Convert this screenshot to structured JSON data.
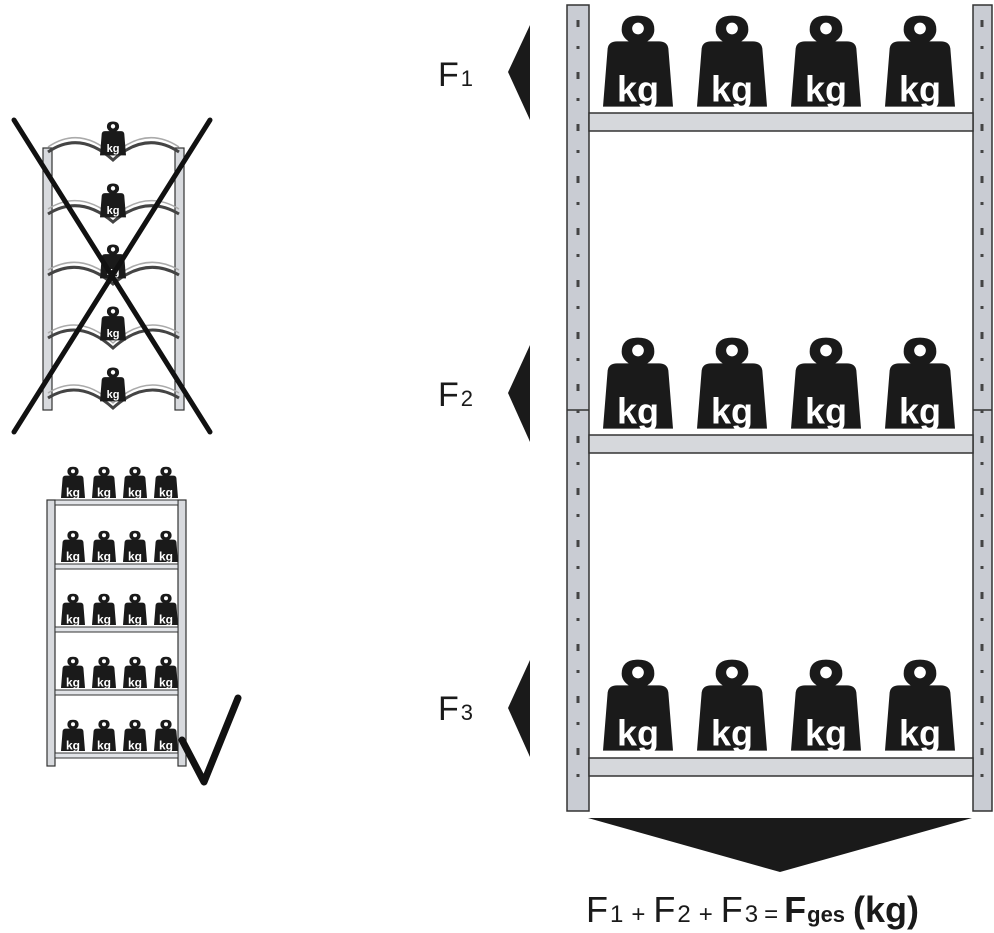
{
  "weight_label": "kg",
  "forces": {
    "f1": {
      "letter": "F",
      "sub": "1"
    },
    "f2": {
      "letter": "F",
      "sub": "2"
    },
    "f3": {
      "letter": "F",
      "sub": "3"
    }
  },
  "formula": {
    "t1": "F",
    "s1": "1",
    "plus1": "+",
    "t2": "F",
    "s2": "2",
    "plus2": "+",
    "t3": "F",
    "s3": "3",
    "equals": "=",
    "total": "F",
    "total_sub": "ges",
    "unit": "(kg)"
  },
  "colors": {
    "weight": "#1a1a1a",
    "upright": "#c9ccd3",
    "shelf": "#d6d8dc",
    "outline": "#333333",
    "cross": "#111111",
    "check": "#111111"
  }
}
